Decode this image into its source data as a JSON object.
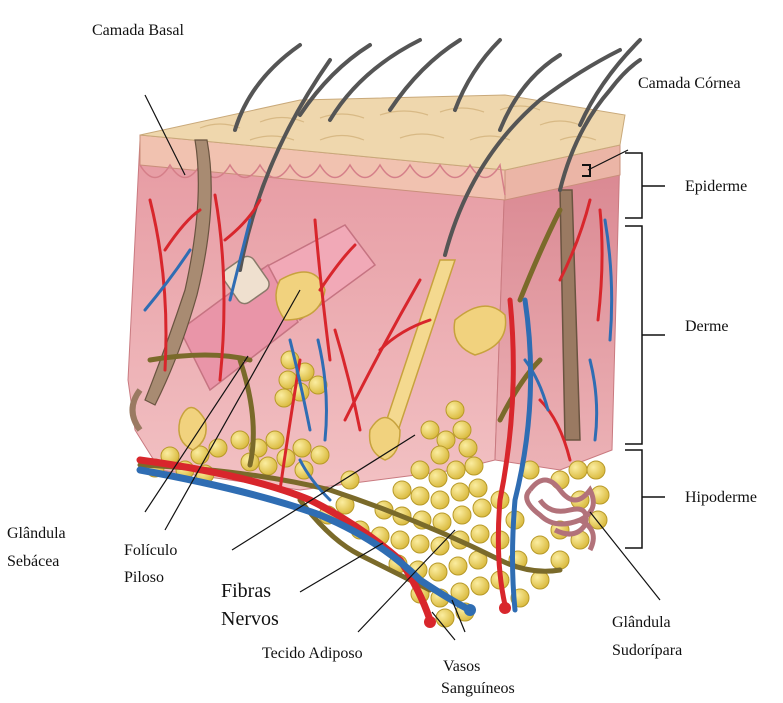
{
  "labels": {
    "camada_basal": "Camada Basal",
    "camada_cornea": "Camada Córnea",
    "epiderme": "Epiderme",
    "derme": "Derme",
    "hipoderme": "Hipoderme",
    "glandula_sebacea": [
      "Glândula",
      "Sebácea"
    ],
    "foliculo_piloso": [
      "Folículo",
      "Piloso"
    ],
    "fibras_nervos": [
      "Fibras",
      "Nervos"
    ],
    "tecido_adiposo": "Tecido Adiposo",
    "vasos_sanguineos": [
      "Vasos",
      "Sanguíneos"
    ],
    "glandula_sudoripara": [
      "Glândula",
      "Sudorípara"
    ]
  },
  "colors": {
    "artery": "#d8262c",
    "vein": "#2f6db3",
    "nerve": "#7a6a2a",
    "fat": "#e8cf5c",
    "fat_outline": "#b89a2a",
    "dermis": "#e9a0a6",
    "epidermis_top": "#efd7b0",
    "hair": "#555555",
    "follicle": "#9a7a62"
  }
}
